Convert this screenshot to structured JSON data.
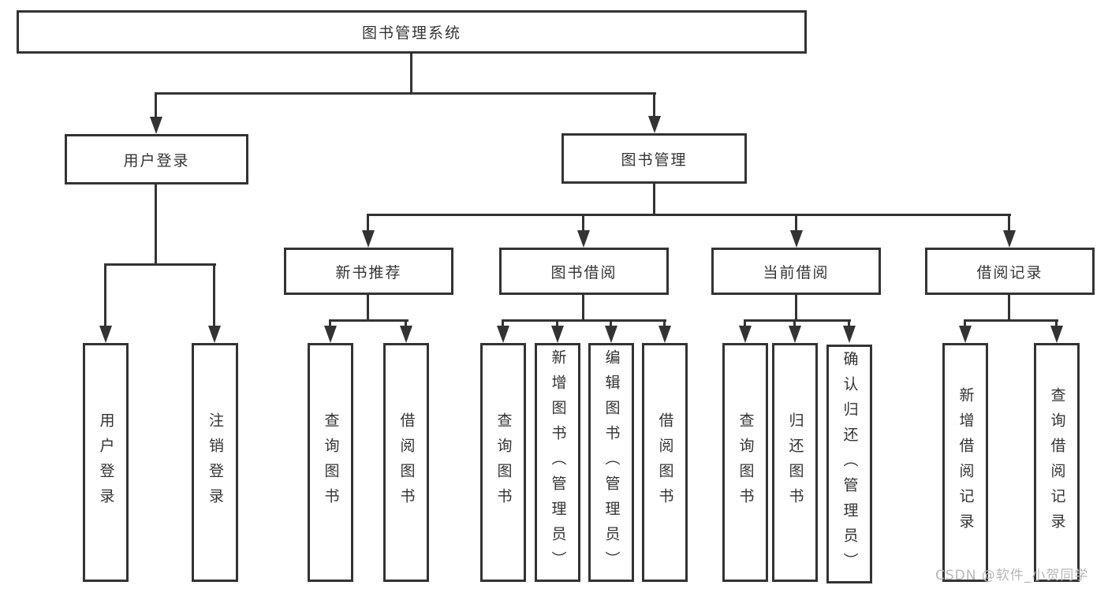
{
  "tree": {
    "label": "图书管理系统",
    "children": [
      {
        "label": "用户登录",
        "children": [
          {
            "label": "用户登录"
          },
          {
            "label": "注销登录"
          }
        ]
      },
      {
        "label": "图书管理",
        "children": [
          {
            "label": "新书推荐",
            "children": [
              {
                "label": "查询图书"
              },
              {
                "label": "借阅图书"
              }
            ]
          },
          {
            "label": "图书借阅",
            "children": [
              {
                "label": "查询图书"
              },
              {
                "label": "新增图书（管理员）"
              },
              {
                "label": "编辑图书（管理员）"
              },
              {
                "label": "借阅图书"
              }
            ]
          },
          {
            "label": "当前借阅",
            "children": [
              {
                "label": "查询图书"
              },
              {
                "label": "归还图书"
              },
              {
                "label": "确认归还（管理员）"
              }
            ]
          },
          {
            "label": "借阅记录",
            "children": [
              {
                "label": "新增借阅记录"
              },
              {
                "label": "查询借阅记录"
              }
            ]
          }
        ]
      }
    ]
  },
  "watermark": {
    "text": "CSDN @软件_小贺同学"
  },
  "colors": {
    "line": "#333333",
    "text": "#333333",
    "box_background": "#ffffff",
    "watermark": "#b8b8b8"
  }
}
